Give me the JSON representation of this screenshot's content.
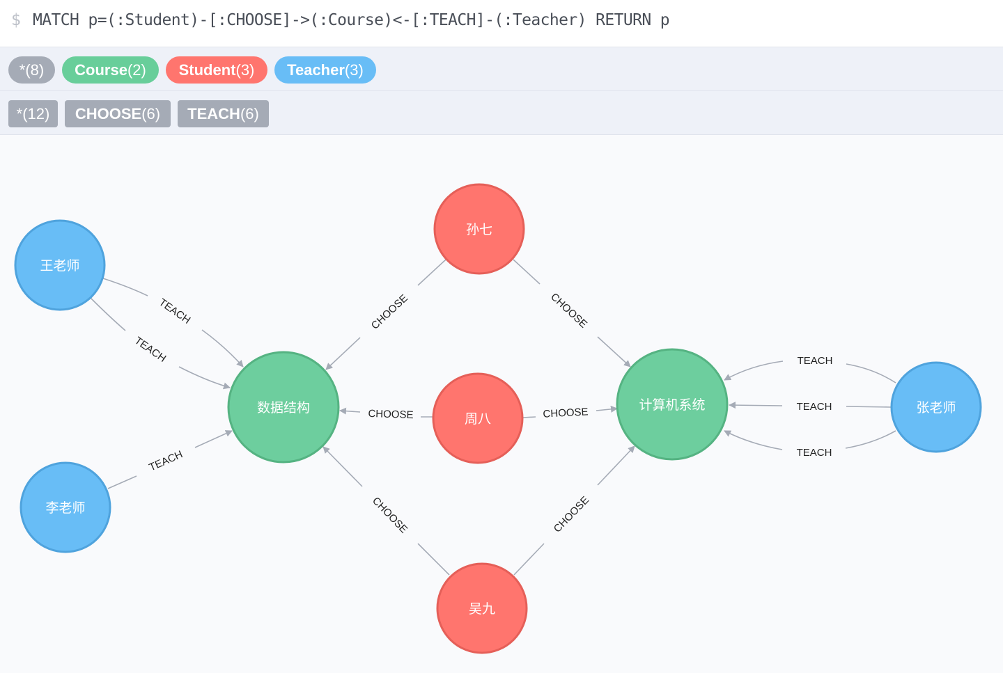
{
  "query": {
    "prompt": "$",
    "text": "MATCH p=(:Student)-[:CHOOSE]->(:Course)<-[:TEACH]-(:Teacher) RETURN p"
  },
  "label_filters": [
    {
      "name": "*",
      "count": "(8)",
      "color": "#a5abb6"
    },
    {
      "name": "Course",
      "count": "(2)",
      "color": "#68ce9a"
    },
    {
      "name": "Student",
      "count": "(3)",
      "color": "#ff756e"
    },
    {
      "name": "Teacher",
      "count": "(3)",
      "color": "#68bdf6"
    }
  ],
  "relationship_filters": [
    {
      "name": "*",
      "count": "(12)"
    },
    {
      "name": "CHOOSE",
      "count": "(6)"
    },
    {
      "name": "TEACH",
      "count": "(6)"
    }
  ],
  "colors": {
    "course_fill": "#6dce9e",
    "course_stroke": "#55b382",
    "student_fill": "#ff756e",
    "student_stroke": "#e55f58",
    "teacher_fill": "#68bdf6",
    "teacher_stroke": "#4fa3dd",
    "edge": "#a5abb6"
  },
  "nodes": {
    "wang": {
      "label": "王老师",
      "type": "Teacher"
    },
    "li": {
      "label": "李老师",
      "type": "Teacher"
    },
    "zhang": {
      "label": "张老师",
      "type": "Teacher"
    },
    "sun": {
      "label": "孙七",
      "type": "Student"
    },
    "zhou": {
      "label": "周八",
      "type": "Student"
    },
    "wu": {
      "label": "吴九",
      "type": "Student"
    },
    "ds": {
      "label": "数据结构",
      "type": "Course"
    },
    "cs": {
      "label": "计算机系统",
      "type": "Course"
    }
  },
  "edges": [
    {
      "id": "e1",
      "from": "wang",
      "to": "ds",
      "label": "TEACH"
    },
    {
      "id": "e2",
      "from": "wang",
      "to": "ds",
      "label": "TEACH"
    },
    {
      "id": "e3",
      "from": "li",
      "to": "ds",
      "label": "TEACH"
    },
    {
      "id": "e4",
      "from": "sun",
      "to": "ds",
      "label": "CHOOSE"
    },
    {
      "id": "e5",
      "from": "sun",
      "to": "cs",
      "label": "CHOOSE"
    },
    {
      "id": "e6",
      "from": "zhou",
      "to": "ds",
      "label": "CHOOSE"
    },
    {
      "id": "e7",
      "from": "zhou",
      "to": "cs",
      "label": "CHOOSE"
    },
    {
      "id": "e8",
      "from": "wu",
      "to": "ds",
      "label": "CHOOSE"
    },
    {
      "id": "e9",
      "from": "wu",
      "to": "cs",
      "label": "CHOOSE"
    },
    {
      "id": "e10",
      "from": "zhang",
      "to": "cs",
      "label": "TEACH"
    },
    {
      "id": "e11",
      "from": "zhang",
      "to": "cs",
      "label": "TEACH"
    },
    {
      "id": "e12",
      "from": "zhang",
      "to": "cs",
      "label": "TEACH"
    }
  ]
}
